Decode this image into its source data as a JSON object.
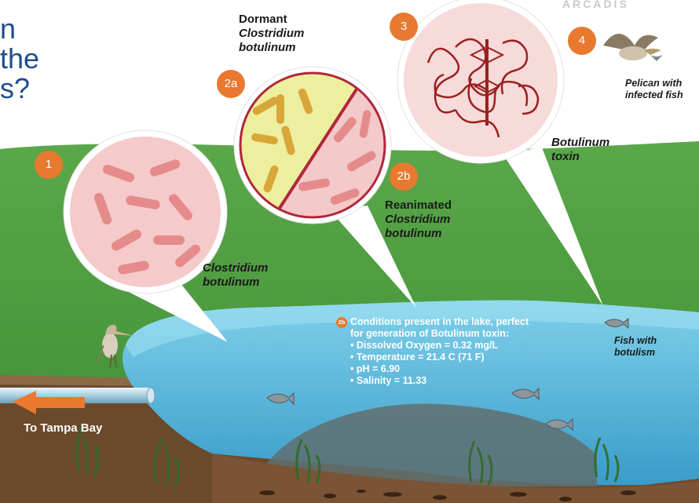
{
  "title_fragments": [
    "n",
    "the",
    "s?"
  ],
  "logo_text": "ARCADIS",
  "markers": {
    "m1": "1",
    "m2a": "2a",
    "m2b": "2b",
    "m3": "3",
    "m4": "4"
  },
  "labels": {
    "dormant": {
      "line1": "Dormant",
      "line2": "Clostridium",
      "line3": "botulinum"
    },
    "clostridium": {
      "line1": "Clostridium",
      "line2": "botulinum"
    },
    "reanimated": {
      "line1": "Reanimated",
      "line2": "Clostridium",
      "line3": "botulinum"
    },
    "toxin": {
      "line1": "Botulinum",
      "line2": "toxin"
    },
    "pelican": {
      "line1": "Pelican with",
      "line2": "infected fish"
    },
    "fish": {
      "line1": "Fish with",
      "line2": "botulism"
    },
    "tampa": "To Tampa Bay"
  },
  "conditions": {
    "badge": "2b",
    "heading_line1": "Conditions present in the lake, perfect",
    "heading_line2": "for generation of Botulinum toxin:",
    "items": [
      "Dissolved Oxygen = 0.32 mg/L",
      "Temperature = 21.4 C (71 F)",
      "pH = 6.90",
      "Salinity = 11.33"
    ]
  },
  "colors": {
    "marker": "#e8792f",
    "grass": "#4a9a3a",
    "water": "#5ab4d6",
    "title": "#1f4e8c",
    "bacteria_circle": "#f4c6c6",
    "dormant_circle": "#eef0a8"
  }
}
